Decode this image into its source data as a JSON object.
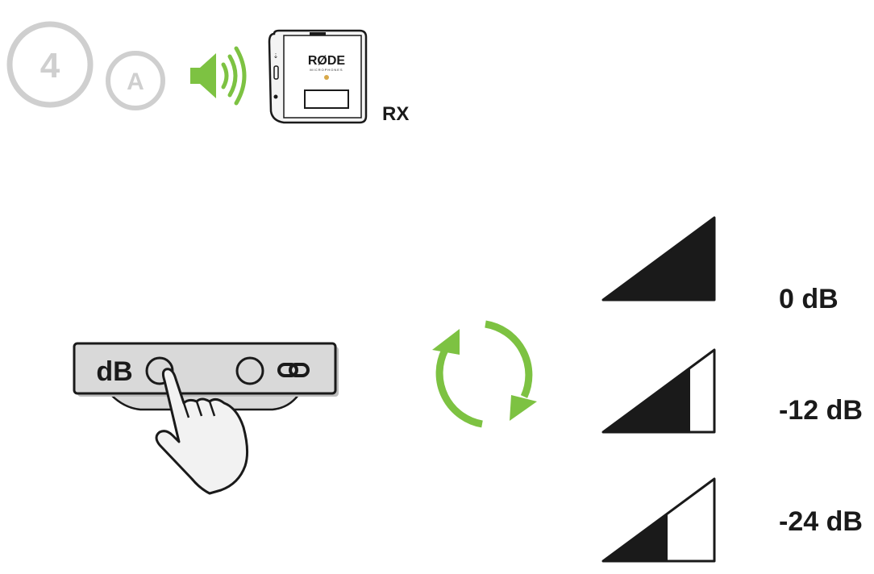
{
  "header": {
    "step_number": "4",
    "mode_letter": "A",
    "device_brand": "RØDE",
    "device_sub": "MICROPHONES",
    "device_label": "RX"
  },
  "device_bar": {
    "db_label": "dB"
  },
  "levels": [
    {
      "label": "0 dB",
      "fill": 1.0
    },
    {
      "label": "-12 dB",
      "fill": 0.81
    },
    {
      "label": "-24 dB",
      "fill": 0.58
    }
  ],
  "colors": {
    "accent_green": "#7dc242",
    "step_gray": "#cfcfcf",
    "ink": "#1a1a1a"
  },
  "icons": [
    "step-circle-icon",
    "mode-circle-icon",
    "speaker-icon",
    "receiver-device-icon",
    "pointing-hand-icon",
    "link-icon",
    "cycle-arrows-icon",
    "level-triangle-icon"
  ]
}
